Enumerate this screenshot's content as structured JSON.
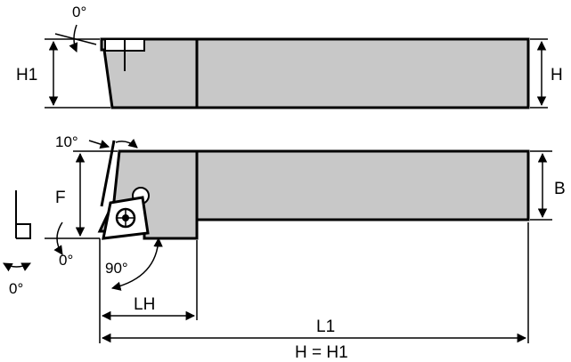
{
  "colors": {
    "body_fill": "#c8c8c8",
    "line": "#000000",
    "background": "#ffffff"
  },
  "labels": {
    "h1": "H1",
    "h": "H",
    "b": "B",
    "f": "F",
    "lh": "LH",
    "l1": "L1",
    "footer": "H = H1",
    "angle_top": "0°",
    "angle_clearance": "10°",
    "angle_approach": "90°",
    "angle_side": "0°",
    "angle_bottom": "0°"
  }
}
